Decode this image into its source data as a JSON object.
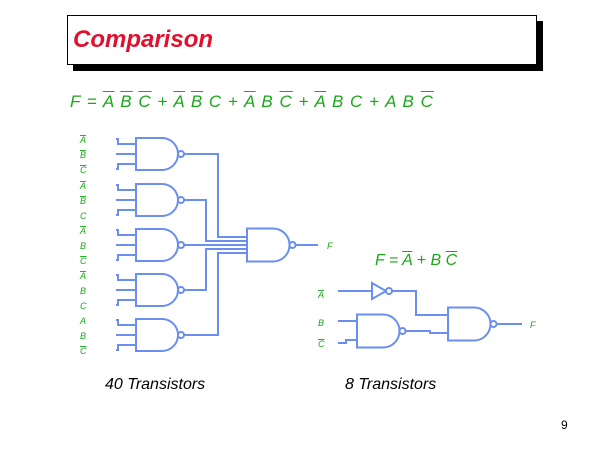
{
  "title": "Comparison",
  "equation": {
    "lhs": "F =",
    "terms": [
      [
        {
          "v": "A",
          "bar": true
        },
        {
          "v": "B",
          "bar": true
        },
        {
          "v": "C",
          "bar": true
        }
      ],
      [
        {
          "v": "A",
          "bar": true
        },
        {
          "v": "B",
          "bar": true
        },
        {
          "v": "C",
          "bar": false
        }
      ],
      [
        {
          "v": "A",
          "bar": true
        },
        {
          "v": "B",
          "bar": false
        },
        {
          "v": "C",
          "bar": true
        }
      ],
      [
        {
          "v": "A",
          "bar": true
        },
        {
          "v": "B",
          "bar": false
        },
        {
          "v": "C",
          "bar": false
        }
      ],
      [
        {
          "v": "A",
          "bar": false
        },
        {
          "v": "B",
          "bar": false
        },
        {
          "v": "C",
          "bar": true
        }
      ]
    ]
  },
  "simplified": {
    "lhs": "F =",
    "terms": [
      [
        {
          "v": "A",
          "bar": true
        }
      ],
      [
        {
          "v": "B",
          "bar": false
        },
        {
          "v": "C",
          "bar": true
        }
      ]
    ]
  },
  "left_circuit_output": "F",
  "right_circuit": {
    "inputs": [
      {
        "v": "A",
        "bar": true
      },
      {
        "v": "B",
        "bar": false
      },
      {
        "v": "C",
        "bar": true
      }
    ],
    "output": "F"
  },
  "captions": {
    "left": "40 Transistors",
    "right": "8 Transistors"
  },
  "page_number": "9",
  "colors": {
    "title": "#e0102f",
    "text": "#1aa81a",
    "wire": "#6a8ff0"
  }
}
